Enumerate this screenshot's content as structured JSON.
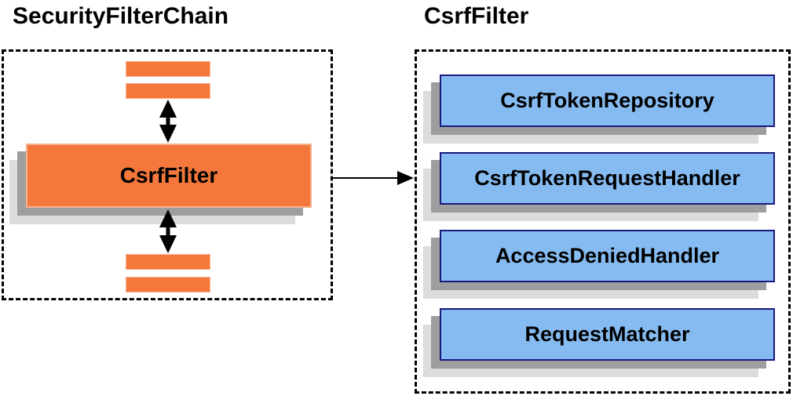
{
  "diagram": {
    "left_panel": {
      "title": "SecurityFilterChain",
      "filter_label": "CsrfFilter"
    },
    "right_panel": {
      "title": "CsrfFilter",
      "components": [
        "CsrfTokenRepository",
        "CsrfTokenRequestHandler",
        "AccessDeniedHandler",
        "RequestMatcher"
      ]
    }
  },
  "colors": {
    "orange_fill": "#F4783C",
    "orange_border": "#F6B28C",
    "blue_fill": "#85BBF0",
    "blue_border": "#1A1A7E",
    "shadow_dark": "#9E9E9E",
    "shadow_light": "#DCDCDC",
    "arrow_color": "#000000",
    "text_color": "#000000"
  }
}
